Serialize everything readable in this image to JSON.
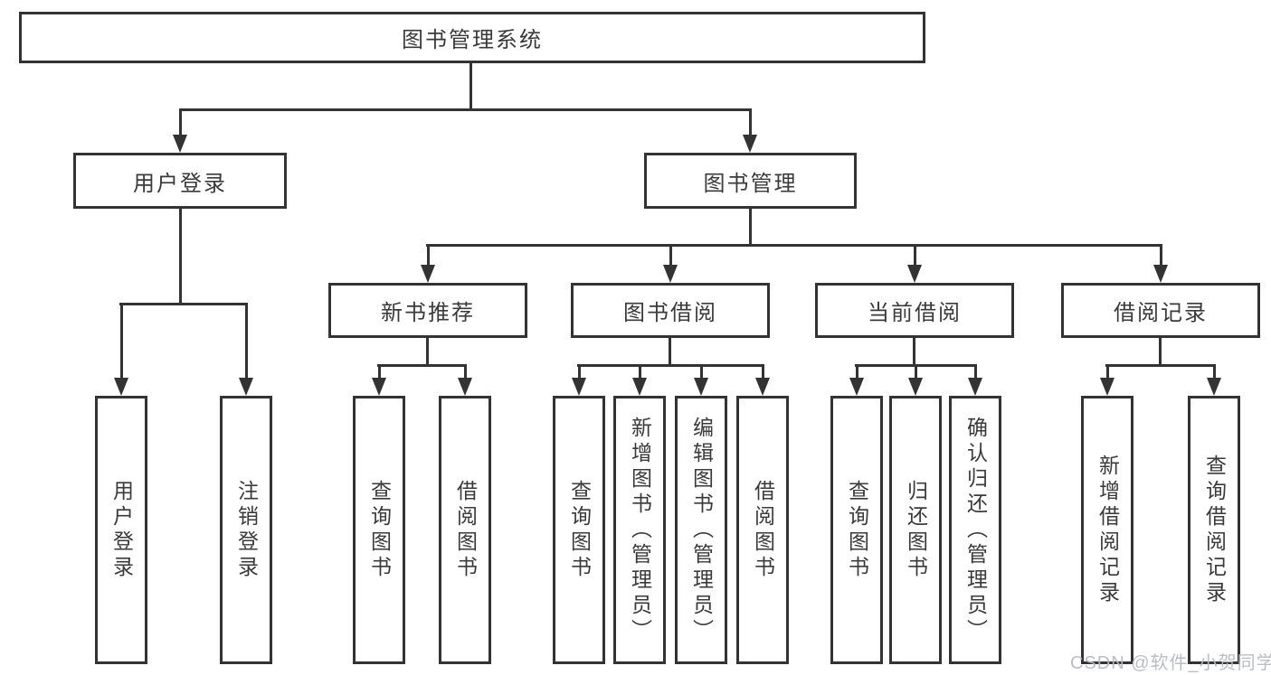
{
  "diagram": {
    "root": {
      "label": "图书管理系统"
    },
    "level2": [
      {
        "label": "用户登录"
      },
      {
        "label": "图书管理"
      }
    ],
    "level3": [
      {
        "label": "新书推荐"
      },
      {
        "label": "图书借阅"
      },
      {
        "label": "当前借阅"
      },
      {
        "label": "借阅记录"
      }
    ],
    "level4": [
      {
        "label": "用户登录",
        "parent": "用户登录"
      },
      {
        "label": "注销登录",
        "parent": "用户登录"
      },
      {
        "label": "查询图书",
        "parent": "新书推荐"
      },
      {
        "label": "借阅图书",
        "parent": "新书推荐"
      },
      {
        "label": "查询图书",
        "parent": "图书借阅"
      },
      {
        "label": "新增图书（管理员）",
        "parent": "图书借阅"
      },
      {
        "label": "编辑图书（管理员）",
        "parent": "图书借阅"
      },
      {
        "label": "借阅图书",
        "parent": "图书借阅"
      },
      {
        "label": "查询图书",
        "parent": "当前借阅"
      },
      {
        "label": "归还图书",
        "parent": "当前借阅"
      },
      {
        "label": "确认归还（管理员）",
        "parent": "当前借阅"
      },
      {
        "label": "新增借阅记录",
        "parent": "借阅记录"
      },
      {
        "label": "查询借阅记录",
        "parent": "借阅记录"
      }
    ],
    "watermark": "CSDN @软件_小贺同学",
    "colors": {
      "line": "#333333",
      "text": "#3a3a3a",
      "background": "#ffffff",
      "watermark": "#b6bac1"
    }
  }
}
